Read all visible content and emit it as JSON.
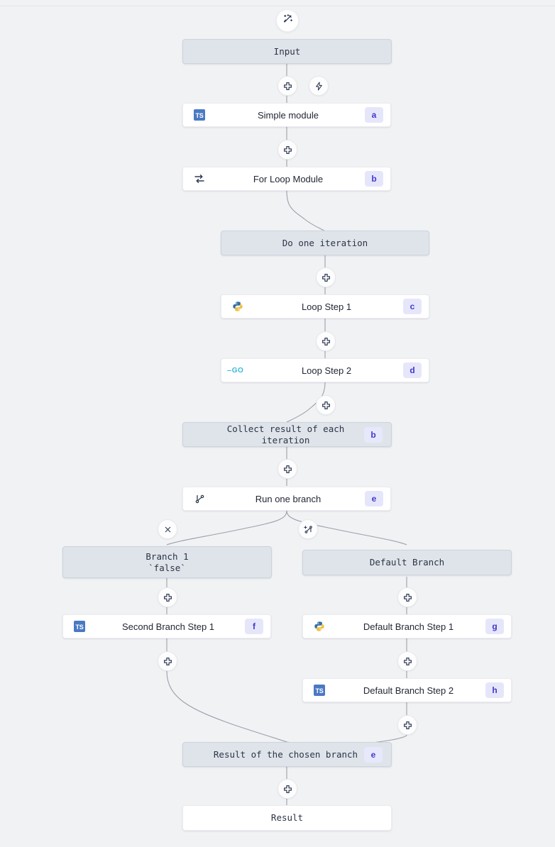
{
  "canvas": {
    "background": "#f1f2f4",
    "accent": "#4338ca",
    "virtual_node_bg": "#dfe4ea"
  },
  "header": {
    "rule": ""
  },
  "top_action": {
    "icon": "magic-wand-icon",
    "label": ""
  },
  "nodes": [
    {
      "id": "input",
      "kind": "virtual",
      "label": "Input",
      "badge": ""
    },
    {
      "id": "simple",
      "kind": "step",
      "label": "Simple module",
      "badge": "a",
      "lang": "typescript"
    },
    {
      "id": "forloop",
      "kind": "step",
      "label": "For Loop Module",
      "badge": "b",
      "lang": "loop"
    },
    {
      "id": "iteration",
      "kind": "virtual",
      "label": "Do one iteration",
      "badge": ""
    },
    {
      "id": "loopstep1",
      "kind": "step",
      "label": "Loop Step 1",
      "badge": "c",
      "lang": "python"
    },
    {
      "id": "loopstep2",
      "kind": "step",
      "label": "Loop Step 2",
      "badge": "d",
      "lang": "go"
    },
    {
      "id": "collect",
      "kind": "virtual",
      "label": "Collect result of each iteration",
      "badge": "b"
    },
    {
      "id": "branchone",
      "kind": "step",
      "label": "Run one branch",
      "badge": "e",
      "lang": "branch"
    },
    {
      "id": "branch1",
      "kind": "virtual",
      "label": "Branch 1\n`false`",
      "badge": ""
    },
    {
      "id": "defaultbranch",
      "kind": "virtual",
      "label": "Default Branch",
      "badge": ""
    },
    {
      "id": "secondstep1",
      "kind": "step",
      "label": "Second Branch Step 1",
      "badge": "f",
      "lang": "typescript"
    },
    {
      "id": "defstep1",
      "kind": "step",
      "label": "Default Branch Step 1",
      "badge": "g",
      "lang": "python"
    },
    {
      "id": "defstep2",
      "kind": "step",
      "label": "Default Branch Step 2",
      "badge": "h",
      "lang": "typescript"
    },
    {
      "id": "chosen",
      "kind": "virtual",
      "label": "Result of the chosen branch",
      "badge": "e"
    },
    {
      "id": "result",
      "kind": "plain",
      "label": "Result",
      "badge": ""
    }
  ],
  "edge_buttons": [
    {
      "id": "add-after-input",
      "icon": "plus-icon"
    },
    {
      "id": "trigger-after-input",
      "icon": "lightning-icon"
    },
    {
      "id": "add-after-simple",
      "icon": "plus-icon"
    },
    {
      "id": "add-in-iteration",
      "icon": "plus-icon"
    },
    {
      "id": "add-after-loopstep1",
      "icon": "plus-icon"
    },
    {
      "id": "add-after-loopstep2",
      "icon": "plus-icon"
    },
    {
      "id": "add-after-collect",
      "icon": "plus-icon"
    },
    {
      "id": "remove-branch",
      "icon": "close-icon"
    },
    {
      "id": "add-branch",
      "icon": "add-branch-icon"
    },
    {
      "id": "add-in-branch1",
      "icon": "plus-icon"
    },
    {
      "id": "add-after-secondstep1",
      "icon": "plus-icon"
    },
    {
      "id": "add-in-defaultbranch",
      "icon": "plus-icon"
    },
    {
      "id": "add-after-defstep1",
      "icon": "plus-icon"
    },
    {
      "id": "add-after-defstep2",
      "icon": "plus-icon"
    },
    {
      "id": "add-after-chosen",
      "icon": "plus-icon"
    }
  ]
}
